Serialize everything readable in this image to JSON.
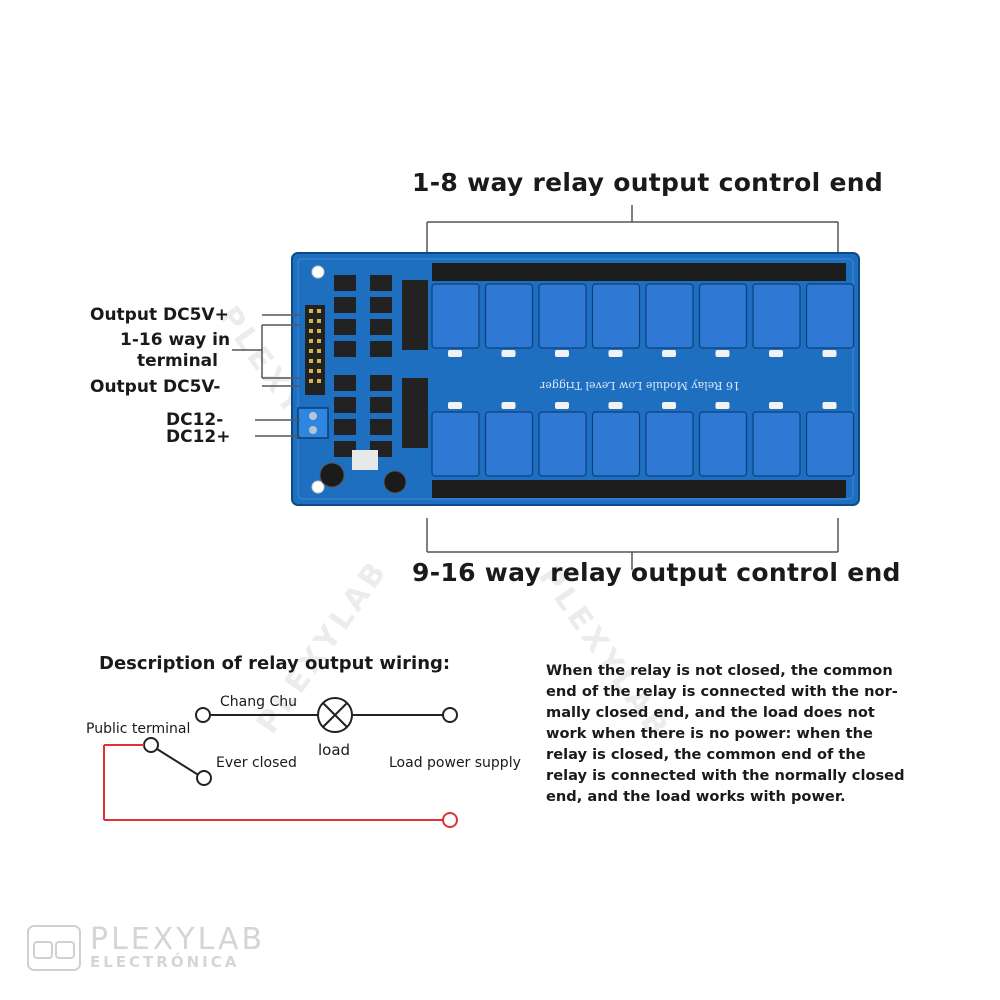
{
  "header": {
    "top_title": "1-8 way relay output control end",
    "bottom_title": "9-16 way relay output control end"
  },
  "left_labels": {
    "output_5v_plus": "Output DC5V+",
    "terminal_line1": "1-16 way in",
    "terminal_line2": "terminal",
    "output_5v_minus": "Output DC5V-",
    "dc12_minus": "DC12-",
    "dc12_plus": "DC12+"
  },
  "board": {
    "silkscreen": "16 Relay Module  Low Level Trigger",
    "color": "#1e6fc0",
    "relay_color": "#2f78d4",
    "relay_count": 16
  },
  "wiring": {
    "title": "Description of relay output wiring:",
    "chang_chu": "Chang Chu",
    "public_terminal": "Public terminal",
    "ever_closed": "Ever closed",
    "load": "load",
    "load_power_supply": "Load power supply",
    "wire_color": "#e0303a"
  },
  "description": {
    "lines": [
      "When the relay is not closed, the common",
      "end of the relay is connected with the nor-",
      "mally closed end, and the load does not",
      "work when there is no power: when the",
      "relay is closed, the common end of the",
      "relay is connected with the normally closed",
      "end, and the load works with power."
    ]
  },
  "brand": {
    "name": "PLEXYLAB",
    "subtitle": "ELECTRÓNICA"
  }
}
